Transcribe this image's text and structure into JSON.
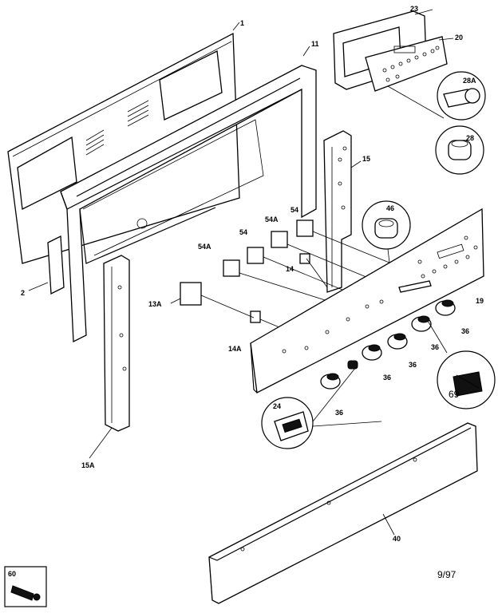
{
  "labels": {
    "p1": "1",
    "p11": "11",
    "p23": "23",
    "p20": "20",
    "p28a": "28A",
    "p28": "28",
    "p15": "15",
    "p46": "46",
    "p54a_top": "54A",
    "p54_top": "54",
    "p54": "54",
    "p54a": "54A",
    "p14": "14",
    "p13a": "13A",
    "p2": "2",
    "p14a": "14A",
    "p19": "19",
    "p36_a": "36",
    "p36_b": "36",
    "p36_c": "36",
    "p36_d": "36",
    "p36_e": "36",
    "p69": "69",
    "p24": "24",
    "p15a": "15A",
    "p40": "40",
    "p60": "60"
  },
  "revision_date": "9/97"
}
